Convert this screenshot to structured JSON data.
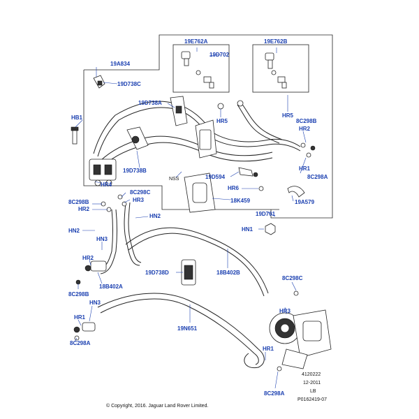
{
  "labels": {
    "l_19A834": "19A834",
    "l_19E762A": "19E762A",
    "l_19E762B": "19E762B",
    "l_19D702": "19D702",
    "l_19D738C": "19D738C",
    "l_19D738A": "19D738A",
    "l_19D738B": "19D738B",
    "l_HB1": "HB1",
    "l_HR4": "HR4",
    "l_HR5a": "HR5",
    "l_HR5b": "HR5",
    "l_8C298B_top": "8C298B",
    "l_HR2_top": "HR2",
    "l_HR1_top": "HR1",
    "l_8C298A_top": "8C298A",
    "l_NSS": "NSS",
    "l_19D594": "19D594",
    "l_HR6": "HR6",
    "l_18K459": "18K459",
    "l_19A579": "19A579",
    "l_19D701": "19D701",
    "l_HN1": "HN1",
    "l_8C298C_top": "8C298C",
    "l_HR3_top": "HR3",
    "l_8C298B_left": "8C298B",
    "l_HR2_left": "HR2",
    "l_HN2_left": "HN2",
    "l_HN2_mid": "HN2",
    "l_HN3_a": "HN3",
    "l_HR2_b": "HR2",
    "l_18B402A": "18B402A",
    "l_8C298B_b": "8C298B",
    "l_19D738D": "19D738D",
    "l_18B402B": "18B402B",
    "l_HN3_b": "HN3",
    "l_HR1_b": "HR1",
    "l_8C298A_b": "8C298A",
    "l_19N651": "19N651",
    "l_8C298C_r": "8C298C",
    "l_HR3_r": "HR3",
    "l_HR1_r": "HR1",
    "l_8C298A_r": "8C298A"
  },
  "notes": {
    "ref_number": "4120222",
    "date": "12-2011",
    "lb": "LB",
    "part_code": "P0162419-07",
    "copyright": "© Copyright, 2016. Jaguar Land Rover Limited."
  }
}
